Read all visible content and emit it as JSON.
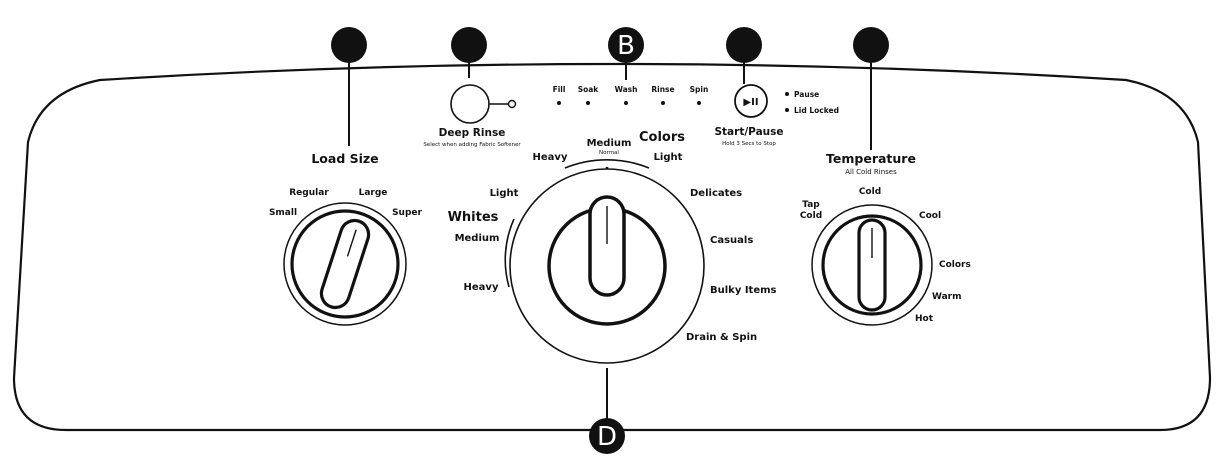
{
  "callouts": {
    "b": "B",
    "d": "D"
  },
  "deep_rinse": {
    "label": "Deep Rinse",
    "hint": "Select when adding Fabric Softener"
  },
  "cycle_status": [
    "Fill",
    "Soak",
    "Wash",
    "Rinse",
    "Spin"
  ],
  "start_pause": {
    "label": "Start/Pause",
    "hint": "Hold 3 Secs to Stop",
    "symbol": "▶II",
    "status_pause": "Pause",
    "status_lid": "Lid Locked"
  },
  "load_size": {
    "title": "Load Size",
    "options": [
      "Small",
      "Regular",
      "Large",
      "Super"
    ]
  },
  "cycle_knob": {
    "whites_title": "Whites",
    "colors_title": "Colors",
    "whites_options": [
      "Light",
      "Medium",
      "Heavy"
    ],
    "colors_heavy": "Heavy",
    "colors_medium": "Medium",
    "colors_normal": "Normal",
    "colors_light": "Light",
    "other_options": [
      "Delicates",
      "Casuals",
      "Bulky Items",
      "Drain & Spin"
    ]
  },
  "temperature": {
    "title": "Temperature",
    "subtitle": "All Cold Rinses",
    "tap_line1": "Tap",
    "tap_line2": "Cold",
    "options": [
      "Cold",
      "Cool",
      "Colors",
      "Warm",
      "Hot"
    ]
  }
}
